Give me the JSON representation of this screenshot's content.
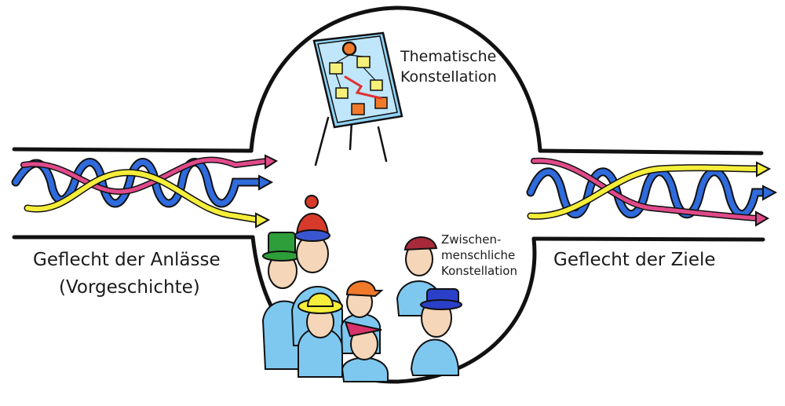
{
  "labels": {
    "thematic_line1": "Thematische",
    "thematic_line2": "Konstellation",
    "interpersonal_line1": "Zwischen-",
    "interpersonal_line2": "menschliche",
    "interpersonal_line3": "Konstellation",
    "left_line1": "Geflecht der Anlässe",
    "left_line2": "(Vorgeschichte)",
    "right_line1": "Geflecht der Ziele"
  },
  "colors": {
    "strand_blue": "#2255cc",
    "strand_pink": "#d8326a",
    "strand_yellow": "#f2e63a",
    "ink": "#111111",
    "flip_blue": "#7ec8f0",
    "box_yellow": "#f5f07a",
    "box_orange": "#f07a2a"
  },
  "icons": [
    "flipchart-icon",
    "person-icon",
    "woven-strands-icon"
  ]
}
